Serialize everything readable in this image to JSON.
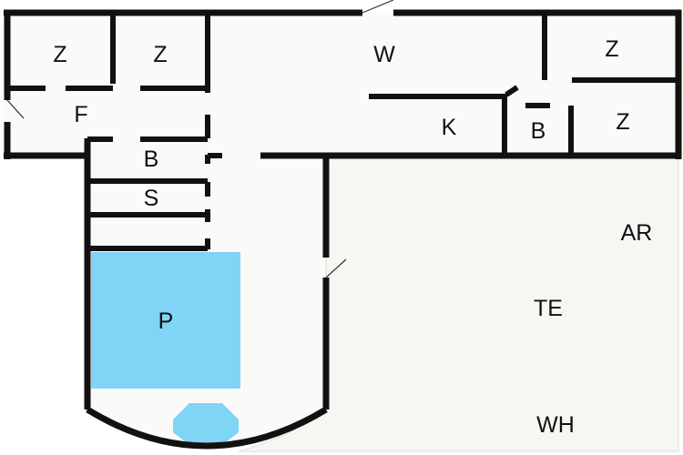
{
  "floor_plan": {
    "colors": {
      "wall": "#111111",
      "floor": "#fafaf8",
      "terrace": "#f6f6f3",
      "pool": "#80d4f6",
      "whirlpool": "#80d4f6"
    },
    "rooms": {
      "z1": "Z",
      "z2": "Z",
      "z3": "Z",
      "z4": "Z",
      "w": "W",
      "f": "F",
      "k": "K",
      "b1": "B",
      "b2": "B",
      "s": "S",
      "p": "P",
      "ar": "AR",
      "te": "TE",
      "wh": "WH"
    }
  }
}
